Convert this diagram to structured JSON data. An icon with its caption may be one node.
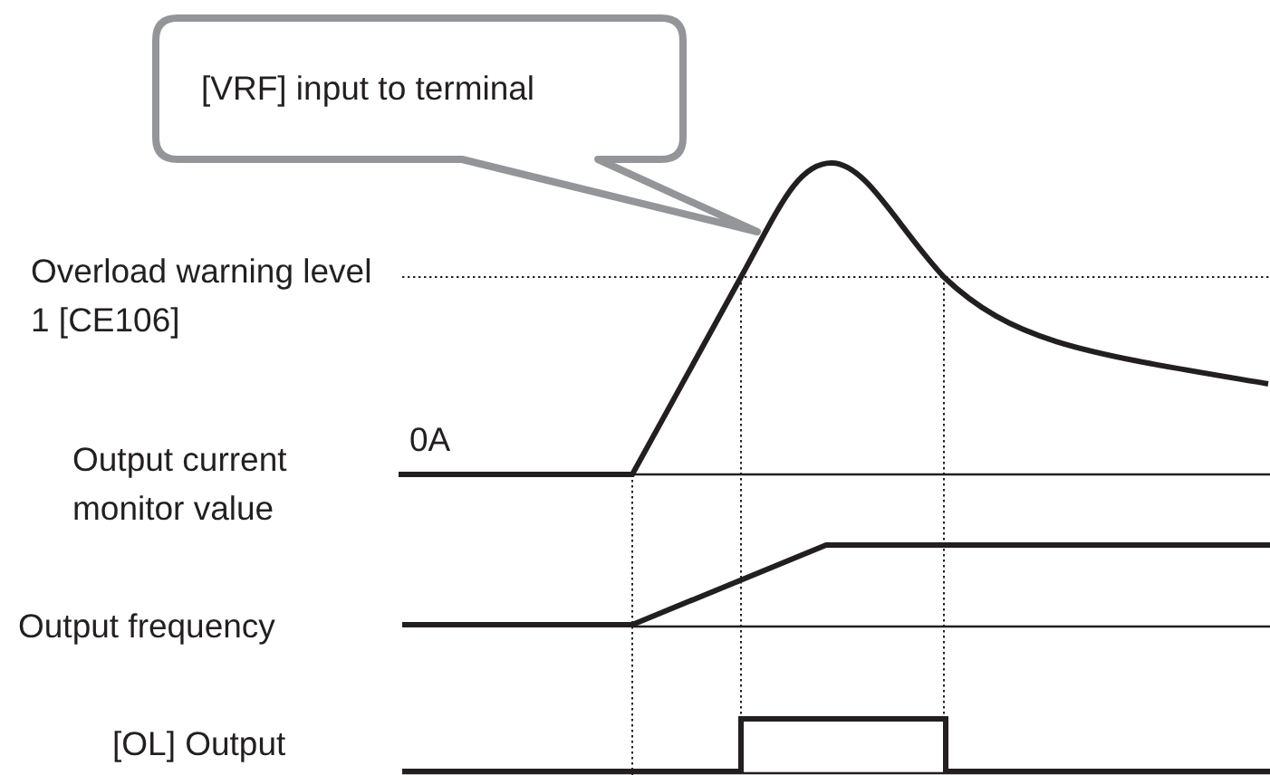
{
  "diagram": {
    "nodes": [
      {
        "text": [
          "[VRF] input to terminal"
        ]
      }
    ],
    "labels": [
      "Overload warning level 1 [CE106]",
      "0A",
      "Output current monitor value",
      "Output frequency",
      "[OL] Output"
    ]
  }
}
